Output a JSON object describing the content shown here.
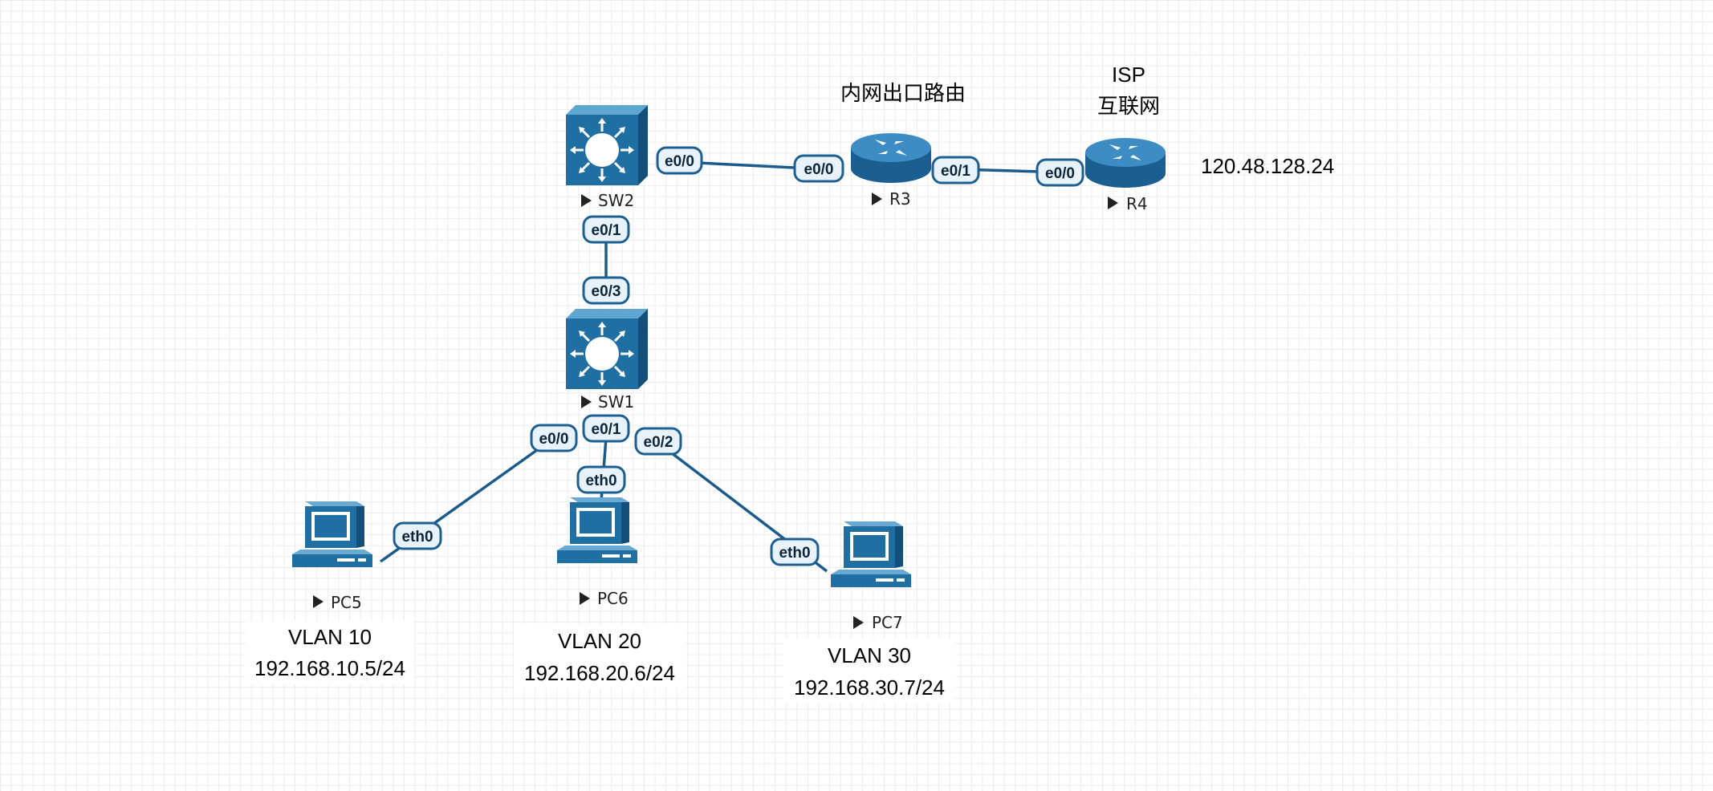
{
  "devices": {
    "sw2": {
      "label": "SW2",
      "kind": "switch"
    },
    "sw1": {
      "label": "SW1",
      "kind": "switch"
    },
    "r3": {
      "label": "R3",
      "kind": "router"
    },
    "r4": {
      "label": "R4",
      "kind": "router"
    },
    "pc5": {
      "label": "PC5",
      "kind": "pc"
    },
    "pc6": {
      "label": "PC6",
      "kind": "pc"
    },
    "pc7": {
      "label": "PC7",
      "kind": "pc"
    }
  },
  "ports": {
    "sw2_e00": "e0/0",
    "r3_e00": "e0/0",
    "r3_e01": "e0/1",
    "r4_e00": "e0/0",
    "sw2_e01": "e0/1",
    "sw1_e03": "e0/3",
    "sw1_e00": "e0/0",
    "sw1_e01": "e0/1",
    "sw1_e02": "e0/2",
    "pc5_eth0": "eth0",
    "pc6_eth0": "eth0",
    "pc7_eth0": "eth0"
  },
  "annotations": {
    "r3_title": "内网出口路由",
    "isp_line1": "ISP",
    "isp_line2": "互联网",
    "r4_ip": "120.48.128.24",
    "pc5_vlan": "VLAN 10",
    "pc5_ip": "192.168.10.5/24",
    "pc6_vlan": "VLAN 20",
    "pc6_ip": "192.168.20.6/24",
    "pc7_vlan": "VLAN 30",
    "pc7_ip": "192.168.30.7/24"
  },
  "colors": {
    "device_blue": "#1f6fa3",
    "link_blue": "#1a5b8c",
    "port_fill": "#e7f2fb",
    "grid": "#ececec"
  }
}
